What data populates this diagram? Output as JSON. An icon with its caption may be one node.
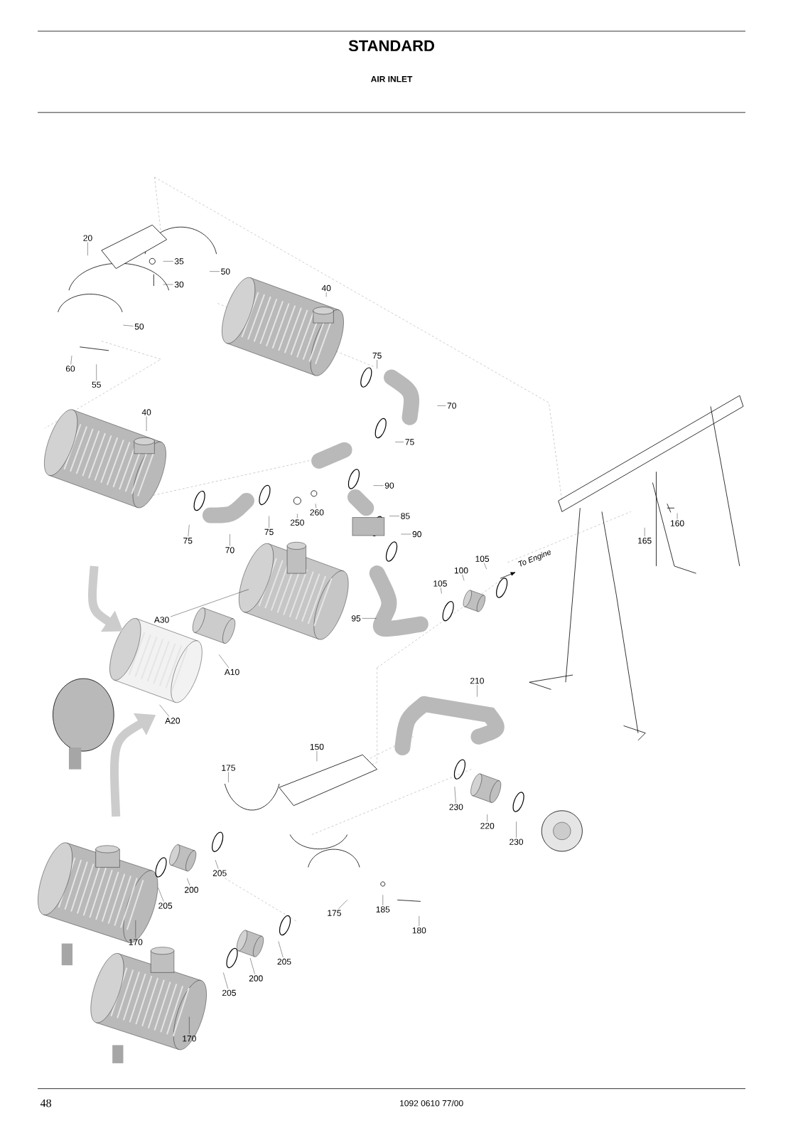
{
  "diagram": {
    "title": "STANDARD",
    "nodes": [
      {
        "text": [
          "20"
        ]
      },
      {
        "text": [
          "35"
        ]
      },
      {
        "text": [
          "30"
        ]
      },
      {
        "text": [
          "50"
        ]
      },
      {
        "text": [
          "50"
        ]
      },
      {
        "text": [
          "60"
        ]
      },
      {
        "text": [
          "55"
        ]
      },
      {
        "text": [
          "40"
        ]
      },
      {
        "text": [
          "75"
        ]
      },
      {
        "text": [
          "70"
        ]
      },
      {
        "text": [
          "75"
        ]
      },
      {
        "text": [
          "40"
        ]
      },
      {
        "text": [
          "90"
        ]
      },
      {
        "text": [
          "260"
        ]
      },
      {
        "text": [
          "250"
        ]
      },
      {
        "text": [
          "85"
        ]
      },
      {
        "text": [
          "90"
        ]
      },
      {
        "text": [
          "75"
        ]
      },
      {
        "text": [
          "70"
        ]
      },
      {
        "text": [
          "75"
        ]
      },
      {
        "text": [
          "105"
        ]
      },
      {
        "text": [
          "100"
        ]
      },
      {
        "text": [
          "105"
        ]
      },
      {
        "text": [
          "160"
        ]
      },
      {
        "text": [
          "165"
        ]
      },
      {
        "text": [
          "95"
        ]
      },
      {
        "text": [
          "A30"
        ]
      },
      {
        "text": [
          "A10"
        ]
      },
      {
        "text": [
          "A20"
        ]
      },
      {
        "text": [
          "210"
        ]
      },
      {
        "text": [
          "150"
        ]
      },
      {
        "text": [
          "175"
        ]
      },
      {
        "text": [
          "230"
        ]
      },
      {
        "text": [
          "220"
        ]
      },
      {
        "text": [
          "230"
        ]
      },
      {
        "text": [
          "205"
        ]
      },
      {
        "text": [
          "200"
        ]
      },
      {
        "text": [
          "205"
        ]
      },
      {
        "text": [
          "175"
        ]
      },
      {
        "text": [
          "185"
        ]
      },
      {
        "text": [
          "180"
        ]
      },
      {
        "text": [
          "170"
        ]
      },
      {
        "text": [
          "205"
        ]
      },
      {
        "text": [
          "200"
        ]
      },
      {
        "text": [
          "205"
        ]
      },
      {
        "text": [
          "170"
        ]
      }
    ],
    "edges": [
      {
        "from": 0,
        "to": null,
        "arrow": "none"
      },
      {
        "from": 1,
        "to": null,
        "arrow": "none"
      },
      {
        "from": 2,
        "to": null,
        "arrow": "none"
      },
      {
        "from": 3,
        "to": null,
        "arrow": "none"
      },
      {
        "from": 4,
        "to": null,
        "arrow": "none"
      },
      {
        "from": 5,
        "to": null,
        "arrow": "none"
      },
      {
        "from": 6,
        "to": null,
        "arrow": "none"
      },
      {
        "from": 7,
        "to": null,
        "arrow": "none"
      },
      {
        "from": 8,
        "to": null,
        "arrow": "none"
      },
      {
        "from": 9,
        "to": null,
        "arrow": "none"
      },
      {
        "from": 10,
        "to": null,
        "arrow": "none"
      },
      {
        "from": 11,
        "to": null,
        "arrow": "none"
      },
      {
        "from": 12,
        "to": null,
        "arrow": "none"
      },
      {
        "from": 13,
        "to": null,
        "arrow": "none"
      },
      {
        "from": 14,
        "to": null,
        "arrow": "none"
      },
      {
        "from": 15,
        "to": null,
        "arrow": "none"
      },
      {
        "from": 16,
        "to": null,
        "arrow": "none"
      },
      {
        "from": 17,
        "to": null,
        "arrow": "none"
      },
      {
        "from": 18,
        "to": null,
        "arrow": "none"
      },
      {
        "from": 19,
        "to": null,
        "arrow": "none"
      },
      {
        "from": 20,
        "to": null,
        "arrow": "none"
      },
      {
        "from": 21,
        "to": null,
        "arrow": "none"
      },
      {
        "from": 22,
        "to": null,
        "arrow": "none"
      },
      {
        "from": 23,
        "to": null,
        "arrow": "none"
      },
      {
        "from": 24,
        "to": null,
        "arrow": "none"
      },
      {
        "from": 25,
        "to": null,
        "arrow": "none"
      },
      {
        "from": 26,
        "to": null,
        "arrow": "none"
      },
      {
        "from": 27,
        "to": null,
        "arrow": "none"
      },
      {
        "from": 28,
        "to": null,
        "arrow": "none"
      },
      {
        "from": 29,
        "to": null,
        "arrow": "none"
      },
      {
        "from": 30,
        "to": null,
        "arrow": "none"
      },
      {
        "from": 31,
        "to": null,
        "arrow": "none"
      },
      {
        "from": 32,
        "to": null,
        "arrow": "none"
      },
      {
        "from": 33,
        "to": null,
        "arrow": "none"
      },
      {
        "from": 34,
        "to": null,
        "arrow": "none"
      },
      {
        "from": 35,
        "to": null,
        "arrow": "none"
      },
      {
        "from": 36,
        "to": null,
        "arrow": "none"
      },
      {
        "from": 37,
        "to": null,
        "arrow": "none"
      },
      {
        "from": 38,
        "to": null,
        "arrow": "none"
      },
      {
        "from": 39,
        "to": null,
        "arrow": "none"
      },
      {
        "from": 40,
        "to": null,
        "arrow": "none"
      },
      {
        "from": 41,
        "to": null,
        "arrow": "none"
      },
      {
        "from": 42,
        "to": null,
        "arrow": "none"
      },
      {
        "from": 43,
        "to": null,
        "arrow": "none"
      },
      {
        "from": 44,
        "to": null,
        "arrow": "none"
      },
      {
        "from": 45,
        "to": null,
        "arrow": "none"
      }
    ],
    "labels": [
      "AIR INLET",
      "To Engine",
      "48",
      "1092 0610 77/00"
    ]
  }
}
